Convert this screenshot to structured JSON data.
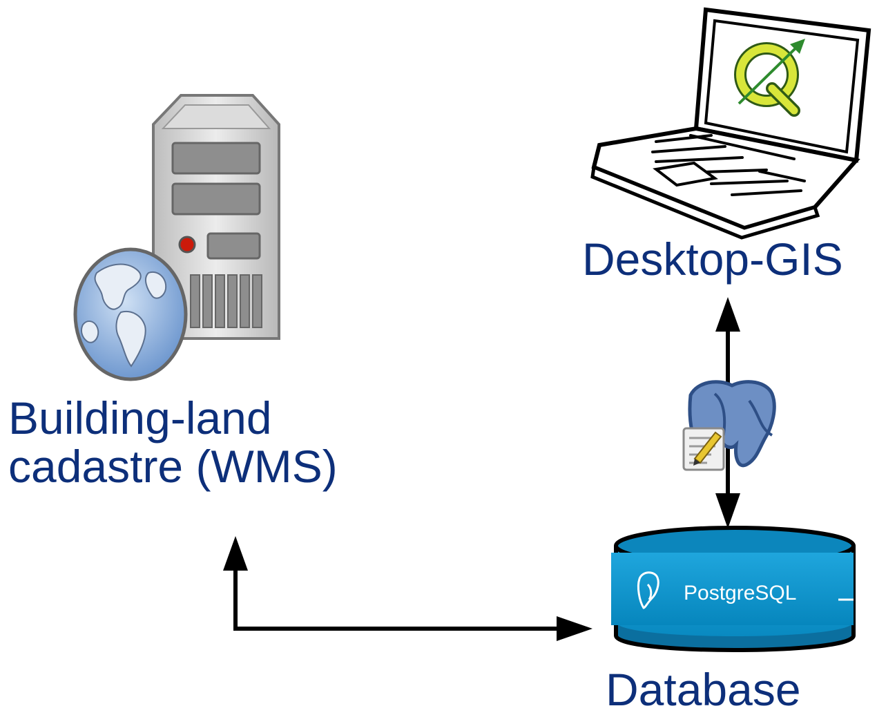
{
  "nodes": {
    "wms_server": {
      "label_line1": "Building-land",
      "label_line2": "cadastre (WMS)",
      "icon": "server-globe-icon"
    },
    "desktop_gis": {
      "label": "Desktop-GIS",
      "icon": "laptop-qgis-icon",
      "screen_logo": "Q"
    },
    "database": {
      "label": "Database",
      "icon": "database-cylinder-icon",
      "brand_text": "PostgreSQL"
    }
  },
  "edges": [
    {
      "from": "database",
      "to": "desktop_gis",
      "direction": "bidirectional",
      "midpoint_icon": "postgresql-editor-icon"
    },
    {
      "from": "database",
      "to": "wms_server",
      "direction": "bidirectional"
    }
  ],
  "colors": {
    "label_text": "#0d2f7a",
    "db_body": "#0a93cc",
    "server_body": "#c8c8c8",
    "globe_ocean": "#7ea6d8",
    "qgis_yellow": "#d8e63a",
    "qgis_green": "#3c9a3c",
    "elephant_blue": "#6d8fc4"
  }
}
